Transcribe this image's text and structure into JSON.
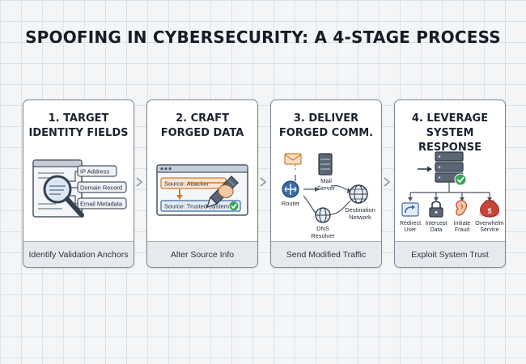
{
  "title": "SPOOFING IN CYBERSECURITY: A 4-STAGE PROCESS",
  "stages": [
    {
      "title_line1": "1. TARGET",
      "title_line2": "IDENTITY FIELDS",
      "fields": [
        "IP Address",
        "Domain Record",
        "Email Metadata"
      ],
      "footer": "Identify Validation Anchors"
    },
    {
      "title_line1": "2. CRAFT",
      "title_line2": "FORGED DATA",
      "source_attacker": "Source: Attacker",
      "source_trusted": "Source: Trusted System",
      "footer": "Alter Source Info"
    },
    {
      "title_line1": "3. DELIVER",
      "title_line2": "FORGED COMM.",
      "nodes": {
        "router": "Router",
        "mail_line1": "Mail",
        "mail_line2": "Server",
        "dns_line1": "DNS",
        "dns_line2": "Resolver",
        "dest_line1": "Destination",
        "dest_line2": "Network"
      },
      "footer": "Send Modified Traffic"
    },
    {
      "title_line1": "4. LEVERAGE",
      "title_line2": "SYSTEM RESPONSE",
      "outcomes": [
        {
          "line1": "Redirect",
          "line2": "User"
        },
        {
          "line1": "Intercept",
          "line2": "Data"
        },
        {
          "line1": "Initiate",
          "line2": "Fraud"
        },
        {
          "line1": "Overwhelm",
          "line2": "Service"
        }
      ],
      "footer": "Exploit System Trust"
    }
  ],
  "colors": {
    "accent_blue": "#3a6aa8",
    "attacker_orange": "#d9772b",
    "check_green": "#3da35a",
    "danger_red": "#c9453a"
  }
}
